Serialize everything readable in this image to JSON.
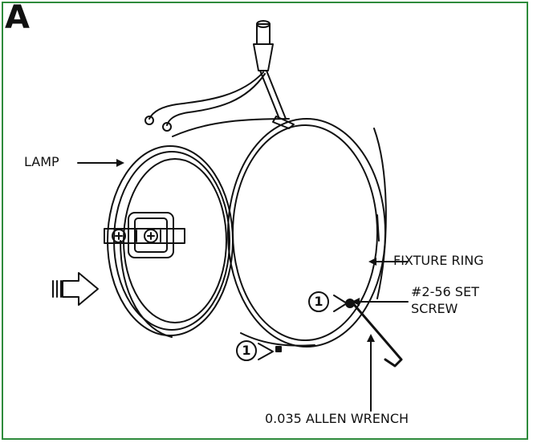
{
  "panel": {
    "letter": "A",
    "border_color": "#2e8b3c"
  },
  "labels": {
    "lamp": "LAMP",
    "fixture_ring": "FIXTURE RING",
    "set_screw_line1": "#2-56 SET",
    "set_screw_line2": "SCREW",
    "allen_wrench": "0.035 ALLEN WRENCH"
  },
  "callouts": [
    "1",
    "1"
  ],
  "icons": {
    "direction_arrow": "hollow-arrow-right-icon"
  }
}
